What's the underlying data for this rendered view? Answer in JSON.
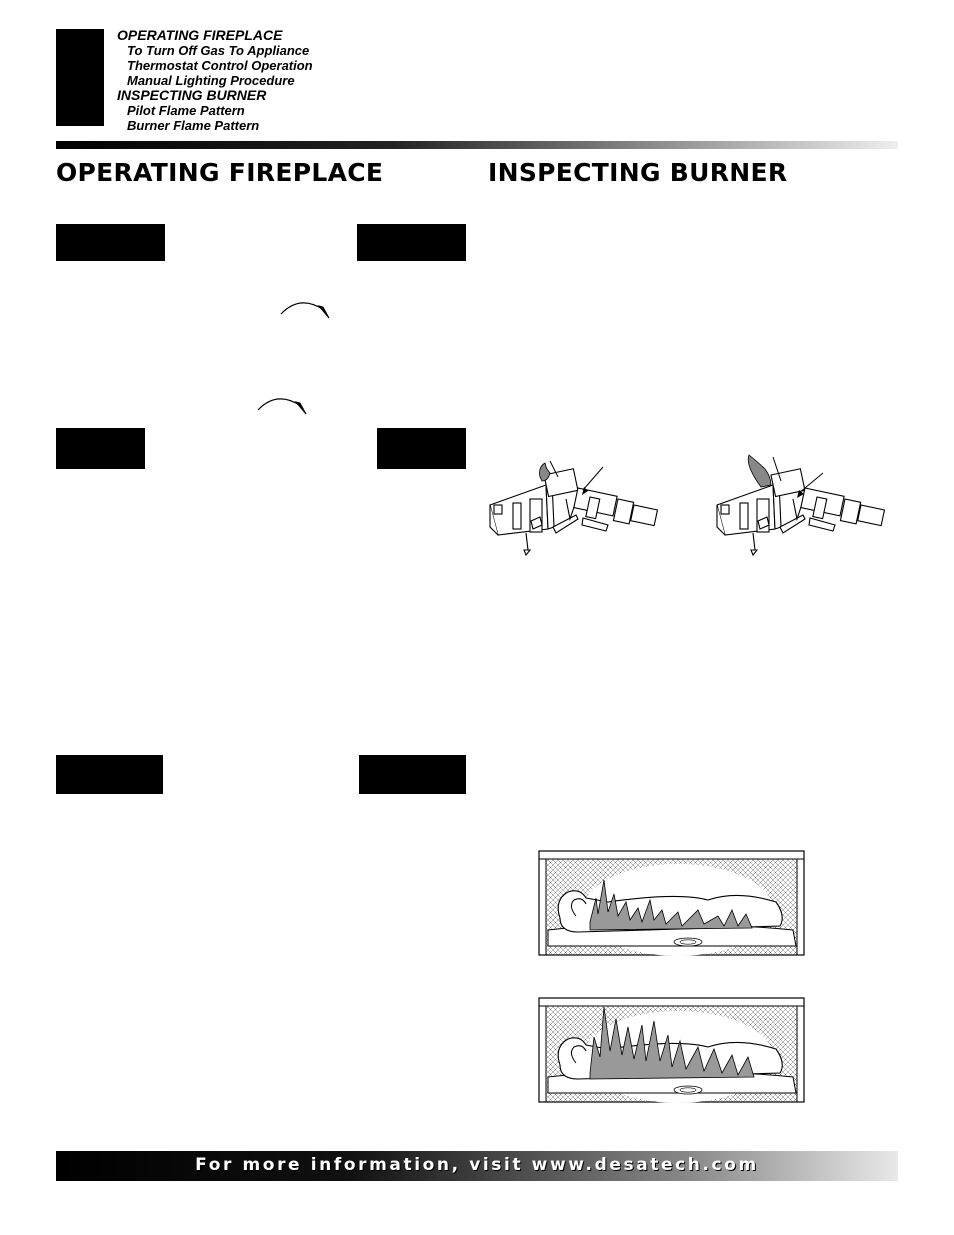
{
  "toc": {
    "sections": [
      {
        "title": "OPERATING FIREPLACE",
        "items": [
          "To Turn Off Gas To Appliance",
          "Thermostat Control Operation",
          "Manual Lighting Procedure"
        ]
      },
      {
        "title": "INSPECTING BURNER",
        "items": [
          "Pilot Flame Pattern",
          "Burner Flame Pattern"
        ]
      }
    ]
  },
  "headings": {
    "left": "OPERATING FIREPLACE",
    "right": "INSPECTING BURNER"
  },
  "footer": {
    "text": "For more information, visit www.desatech.com"
  },
  "icons": [
    "rotation-arrow-icon",
    "pilot-assembly-illustration",
    "burner-flame-illustration"
  ]
}
